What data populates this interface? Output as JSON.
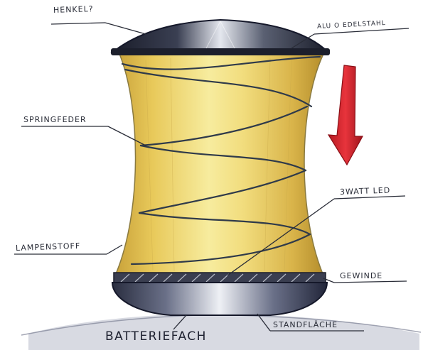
{
  "labels": {
    "henkel": "HENKEL?",
    "alu_edelstahl": "ALU O EDELSTAHL",
    "springfeder": "SPRINGFEDER",
    "watt_led": "3WATT LED",
    "lampenstoff": "LAMPENSTOFF",
    "gewinde": "GEWINDE",
    "standflaeche": "STANDFLÄCHE",
    "batteriefach": "BATTERIEFACH"
  },
  "colors": {
    "fabric": "#f0d46a",
    "fabric_shade": "#c9a83c",
    "metal_dark": "#1c1f2c",
    "metal_light": "#d6dae4",
    "arrow": "#d8262e",
    "ink": "#2a2d38"
  },
  "icons": [
    "down-arrow-icon"
  ]
}
